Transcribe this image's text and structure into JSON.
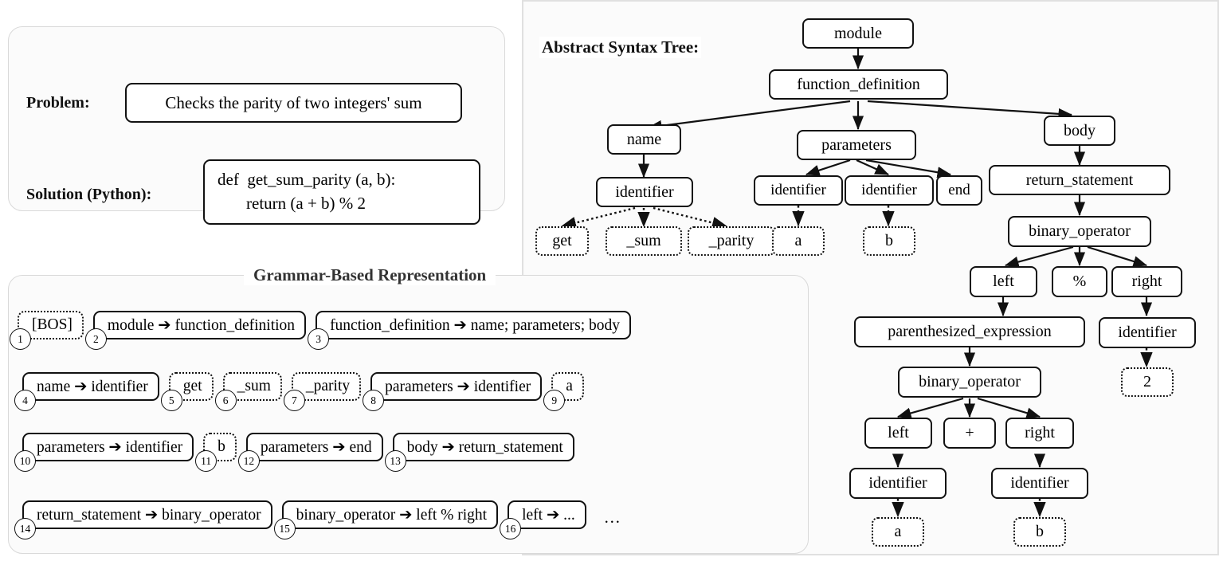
{
  "problem_panel": {
    "problem_label": "Problem:",
    "problem_text": "Checks the parity of two integers' sum",
    "solution_label": "Solution (Python):",
    "solution_line_1": "def  get_sum_parity (a, b):",
    "solution_line_2": "return (a + b) % 2"
  },
  "ast_panel": {
    "title": "Abstract Syntax Tree:",
    "nodes": {
      "module": "module",
      "function_definition": "function_definition",
      "name": "name",
      "parameters": "parameters",
      "body": "body",
      "identifier_name": "identifier",
      "identifier_a": "identifier",
      "identifier_b": "identifier",
      "end": "end",
      "return_statement": "return_statement",
      "binary_operator_outer": "binary_operator",
      "left_outer": "left",
      "percent": "%",
      "right_outer": "right",
      "parenthesized_expression": "parenthesized_expression",
      "identifier_two": "identifier",
      "binary_operator_inner": "binary_operator",
      "left_inner": "left",
      "plus": "+",
      "right_inner": "right",
      "identifier_inner_a": "identifier",
      "identifier_inner_b": "identifier"
    },
    "leaves": {
      "get": "get",
      "sum": "_sum",
      "parity": "_parity",
      "a": "a",
      "b": "b",
      "two": "2",
      "inner_a": "a",
      "inner_b": "b"
    }
  },
  "grammar_panel": {
    "title": "Grammar-Based Representation",
    "trailing_ellipsis": "…",
    "rows": [
      [
        {
          "num": "1",
          "text": "[BOS]",
          "style": "dotted"
        },
        {
          "num": "2",
          "text": "module ➔ function_definition",
          "style": "solid"
        },
        {
          "num": "3",
          "text": "function_definition ➔ name; parameters; body",
          "style": "solid"
        }
      ],
      [
        {
          "num": "4",
          "text": "name ➔ identifier",
          "style": "solid"
        },
        {
          "num": "5",
          "text": "get",
          "style": "dotted"
        },
        {
          "num": "6",
          "text": "_sum",
          "style": "dotted"
        },
        {
          "num": "7",
          "text": "_parity",
          "style": "dotted"
        },
        {
          "num": "8",
          "text": "parameters ➔ identifier",
          "style": "solid"
        },
        {
          "num": "9",
          "text": "a",
          "style": "dotted"
        }
      ],
      [
        {
          "num": "10",
          "text": "parameters ➔ identifier",
          "style": "solid"
        },
        {
          "num": "11",
          "text": "b",
          "style": "dotted"
        },
        {
          "num": "12",
          "text": "parameters ➔ end",
          "style": "solid"
        },
        {
          "num": "13",
          "text": "body ➔ return_statement",
          "style": "solid"
        }
      ],
      [
        {
          "num": "14",
          "text": "return_statement ➔ binary_operator",
          "style": "solid"
        },
        {
          "num": "15",
          "text": "binary_operator ➔ left % right",
          "style": "solid"
        },
        {
          "num": "16",
          "text": "left ➔ ...",
          "style": "solid"
        }
      ]
    ]
  },
  "colors": {
    "panel_border": "#d9d9d9",
    "node_border": "#111111",
    "panel_bg": "#fbfbfb",
    "text": "#000000"
  }
}
